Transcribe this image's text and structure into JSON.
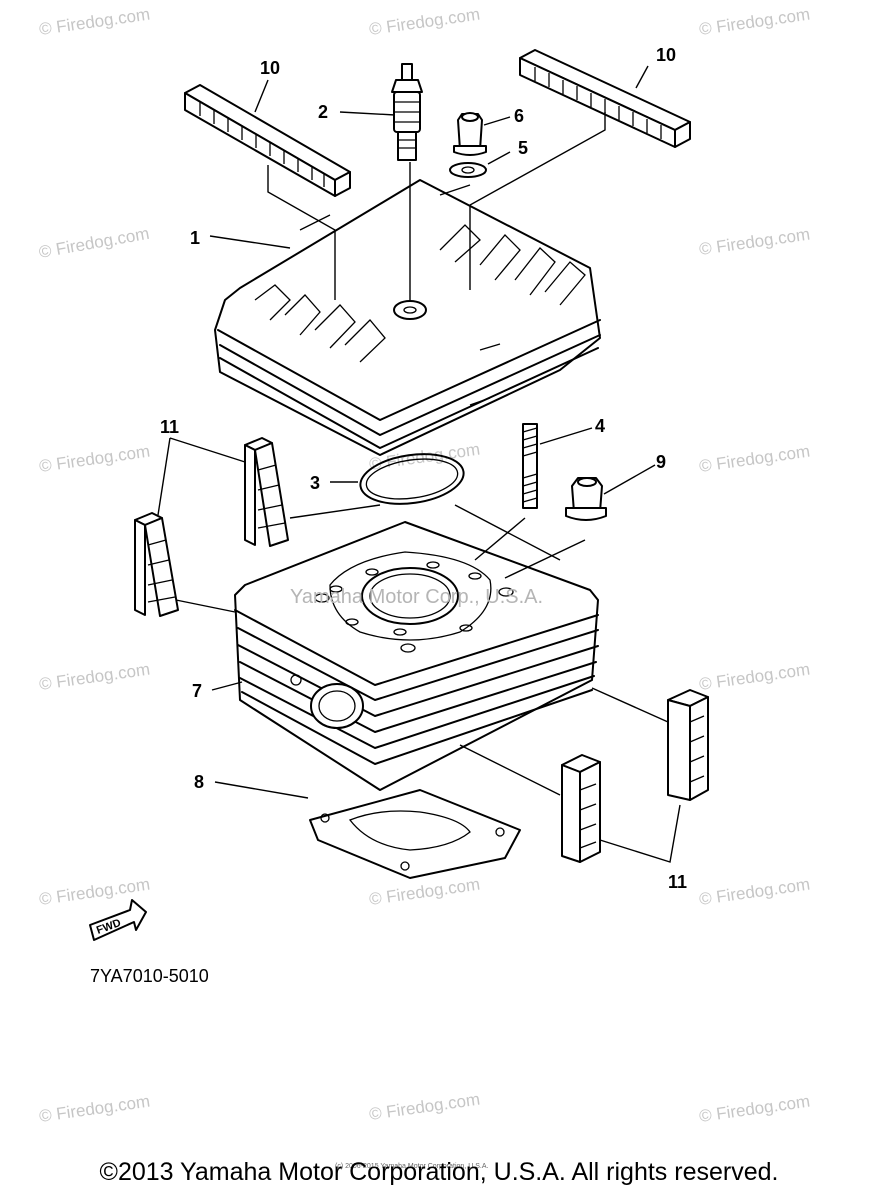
{
  "watermark": "© Firedog.com",
  "center_watermark": "Yamaha Motor Corp., U.S.A.",
  "callouts": {
    "c1": "1",
    "c2": "2",
    "c3": "3",
    "c4": "4",
    "c5": "5",
    "c6": "6",
    "c7": "7",
    "c8": "8",
    "c9": "9",
    "c10a": "10",
    "c10b": "10",
    "c11a": "11",
    "c11b": "11"
  },
  "fwd_label": "FWD",
  "diagram_code": "7YA7010-5010",
  "tiny_copyright": "(c) 2006-2015 Yamaha Motor Corporation, U.S.A.",
  "copyright": "©2013 Yamaha Motor Corporation, U.S.A. All rights reserved."
}
